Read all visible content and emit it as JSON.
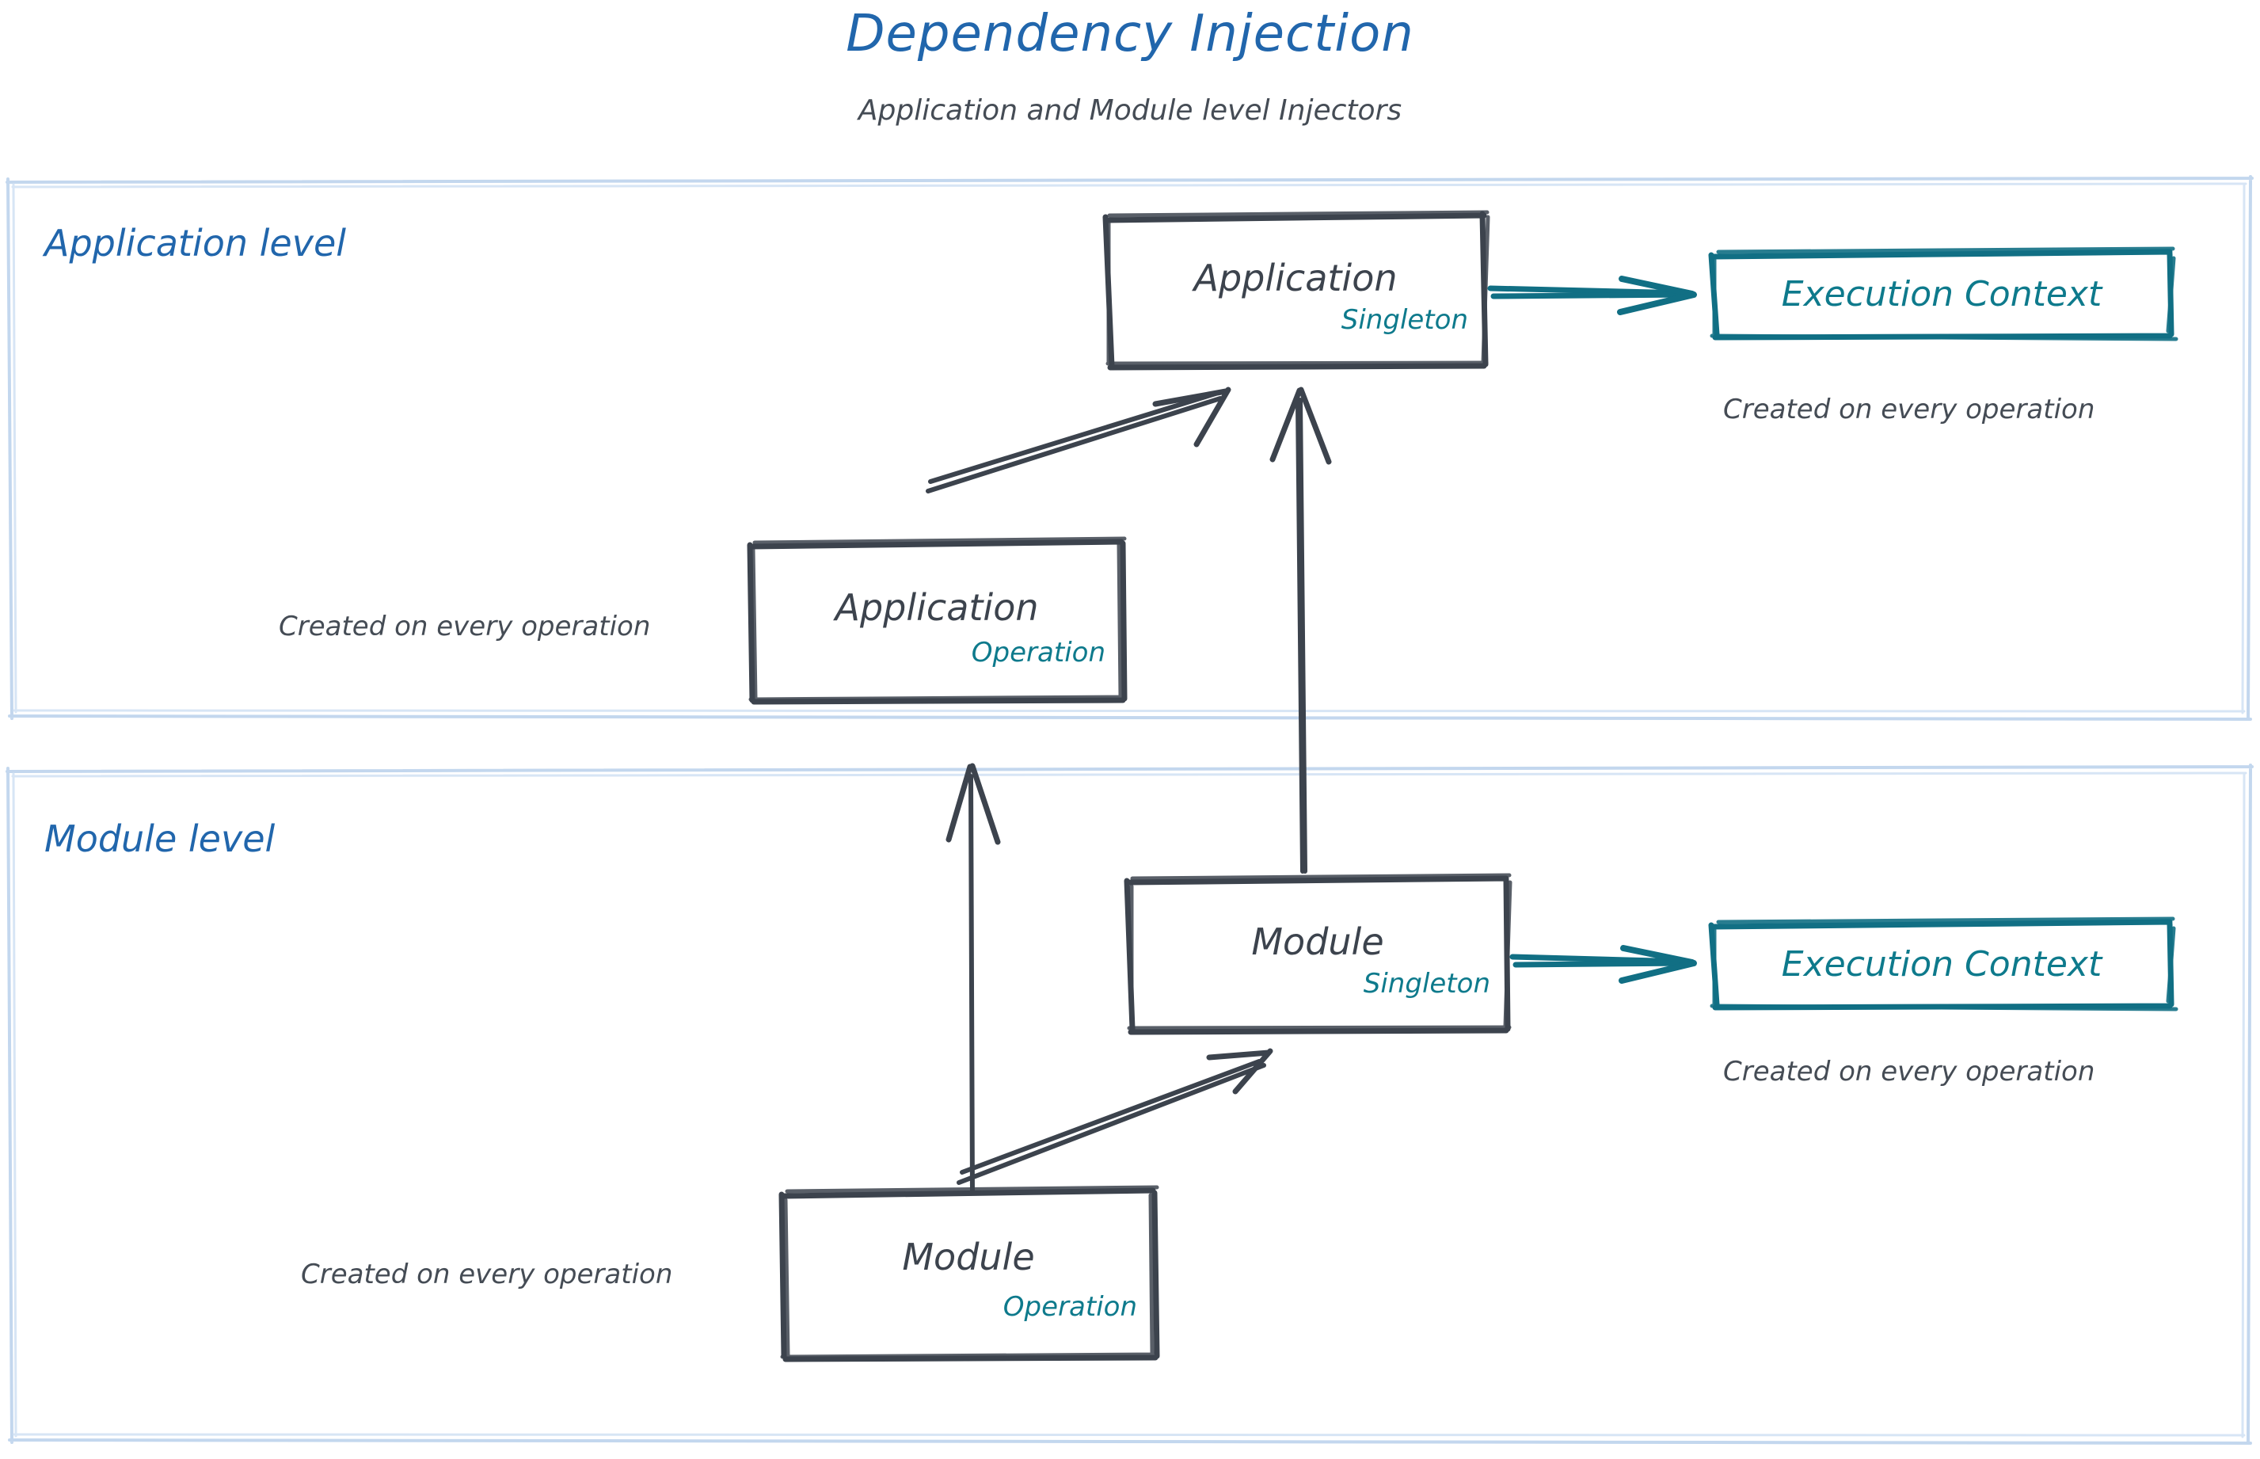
{
  "header": {
    "title": "Dependency Injection",
    "subtitle": "Application and Module level Injectors"
  },
  "colors": {
    "title_blue": "#2166ac",
    "lane_border_blue": "#c3d7ee",
    "node_stroke_gray": "#3c434d",
    "accent_teal": "#0e7a8c",
    "caption_gray": "#454c55",
    "background": "#ffffff"
  },
  "lanes": [
    {
      "id": "application-level",
      "label": "Application level"
    },
    {
      "id": "module-level",
      "label": "Module level"
    }
  ],
  "nodes": [
    {
      "id": "application-singleton",
      "title": "Application",
      "scope": "Singleton",
      "lane": "application-level"
    },
    {
      "id": "application-operation",
      "title": "Application",
      "scope": "Operation",
      "lane": "application-level"
    },
    {
      "id": "module-singleton",
      "title": "Module",
      "scope": "Singleton",
      "lane": "module-level"
    },
    {
      "id": "module-operation",
      "title": "Module",
      "scope": "Operation",
      "lane": "module-level"
    }
  ],
  "contexts": [
    {
      "id": "application-execution-context",
      "label": "Execution Context",
      "caption": "Created on every operation"
    },
    {
      "id": "module-execution-context",
      "label": "Execution Context",
      "caption": "Created on every operation"
    }
  ],
  "captions": {
    "application_operation": "Created on every operation",
    "module_operation": "Created on every operation",
    "application_context": "Created on every operation",
    "module_context": "Created on every operation"
  },
  "connectors": [
    {
      "id": "app-op-to-app-singleton",
      "from": "application-operation",
      "to": "application-singleton",
      "style": "sketch-arrow",
      "color": "#3c434d"
    },
    {
      "id": "mod-singleton-to-app-singleton",
      "from": "module-singleton",
      "to": "application-singleton",
      "style": "sketch-arrow",
      "color": "#3c434d"
    },
    {
      "id": "mod-op-to-mod-singleton",
      "from": "module-operation",
      "to": "module-singleton",
      "style": "sketch-arrow",
      "color": "#3c434d"
    },
    {
      "id": "mod-op-to-app-operation",
      "from": "module-operation",
      "to": "application-operation",
      "style": "sketch-arrow",
      "color": "#3c434d"
    },
    {
      "id": "app-singleton-to-app-context",
      "from": "application-singleton",
      "to": "application-execution-context",
      "style": "sketch-arrow",
      "color": "#0e7a8c"
    },
    {
      "id": "mod-singleton-to-mod-context",
      "from": "module-singleton",
      "to": "module-execution-context",
      "style": "sketch-arrow",
      "color": "#0e7a8c"
    }
  ]
}
